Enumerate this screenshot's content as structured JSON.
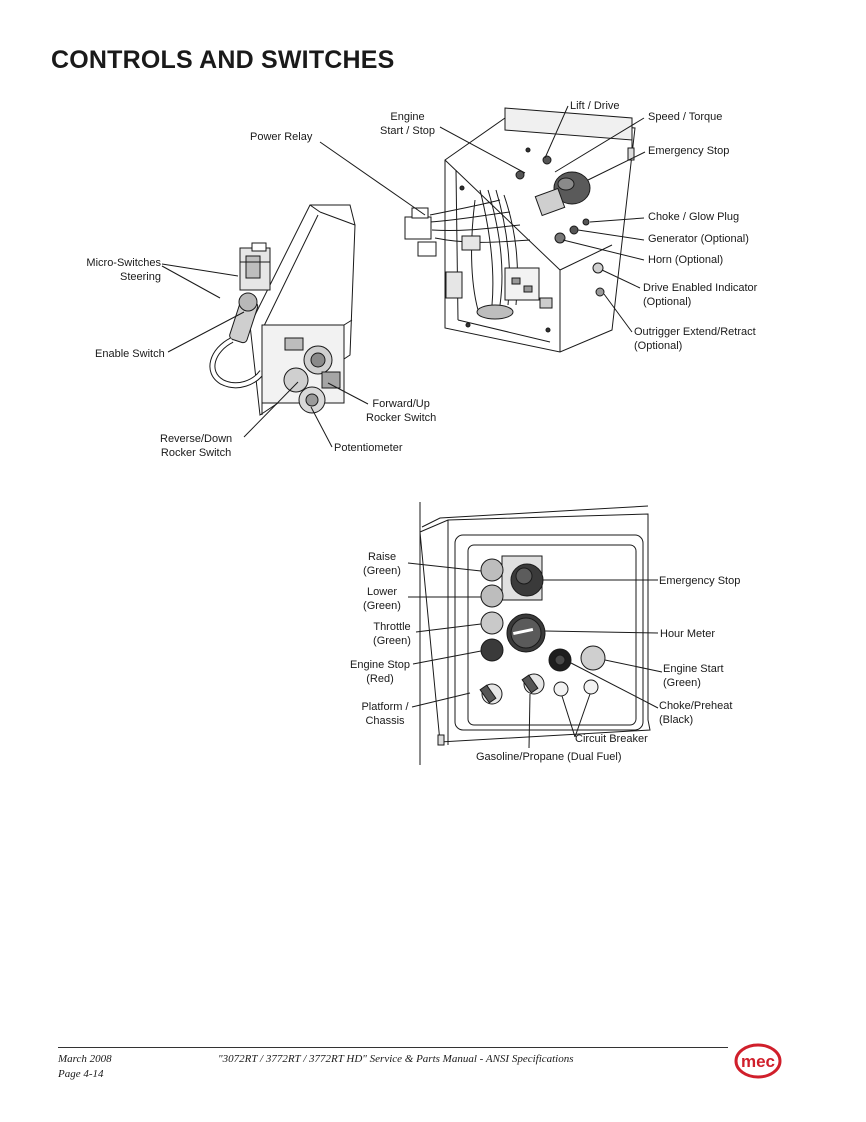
{
  "page": {
    "title": "CONTROLS AND SWITCHES"
  },
  "figure_top": {
    "labels": {
      "power_relay": "Power Relay",
      "engine_start_stop": "Engine\nStart / Stop",
      "lift_drive": "Lift / Drive",
      "speed_torque": "Speed / Torque",
      "emergency_stop": "Emergency Stop",
      "micro_switches": "Micro-Switches\nSteering",
      "choke_glow": "Choke / Glow Plug",
      "generator": "Generator (Optional)",
      "horn": "Horn (Optional)",
      "drive_enabled": "Drive Enabled Indicator\n(Optional)",
      "enable_switch": "Enable Switch",
      "outrigger": "Outrigger Extend/Retract\n(Optional)",
      "forward_up": "Forward/Up\nRocker Switch",
      "reverse_down": "Reverse/Down\nRocker Switch",
      "potentiometer": "Potentiometer"
    }
  },
  "figure_bottom": {
    "labels": {
      "raise": "Raise\n(Green)",
      "lower": "Lower\n(Green)",
      "throttle": "Throttle\n(Green)",
      "engine_stop": "Engine Stop\n(Red)",
      "platform_chassis": "Platform /\nChassis",
      "emergency_stop": "Emergency Stop",
      "hour_meter": "Hour Meter",
      "engine_start": "Engine Start\n(Green)",
      "choke_preheat": "Choke/Preheat\n(Black)",
      "circuit_breaker": "Circuit Breaker",
      "gasoline_propane": "Gasoline/Propane (Dual Fuel)"
    }
  },
  "footer": {
    "date": "March 2008",
    "page": "Page 4-14",
    "manual": "\"3072RT / 3772RT / 3772RT HD\" Service & Parts Manual - ANSI Specifications",
    "logo_text": "mec",
    "logo_color": "#d01f2b"
  }
}
